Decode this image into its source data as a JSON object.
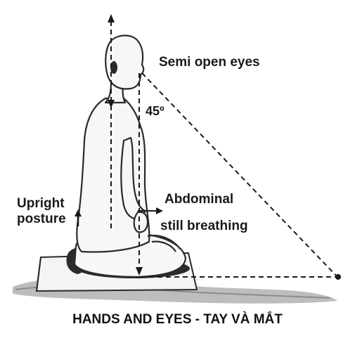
{
  "labels": {
    "eyes": "Semi open eyes",
    "angle": "45º",
    "abdominal_line1": "Abdominal",
    "abdominal_line2": "still breathing",
    "upright_line1": "Upright",
    "upright_line2": "posture"
  },
  "caption": "HANDS AND EYES - TAY VÀ MẮT",
  "colors": {
    "ink": "#1a1a1a",
    "shadow": "#9a9a9a",
    "cushion": "#2b2b2b"
  }
}
